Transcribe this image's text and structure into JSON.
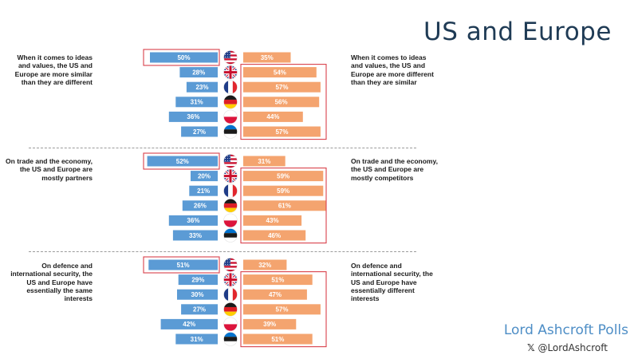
{
  "title": "US and Europe",
  "brand": "Lord Ashcroft Polls",
  "handle": "@LordAshcroft",
  "colors": {
    "left_bar": "#5b9bd5",
    "right_bar": "#f4a46f",
    "highlight": "#d9404a",
    "text_dark": "#1a1a1a",
    "title": "#1f3b55",
    "brand": "#4e8ec6"
  },
  "chart_data": {
    "type": "bar",
    "countries": [
      "United States",
      "United Kingdom",
      "France",
      "Germany",
      "Poland",
      "Estonia"
    ],
    "panels": [
      {
        "left_label": "When it comes to ideas and values, the US and Europe are more similar than they are different",
        "right_label": "When it comes to ideas and values, the US and Europe are more different than they are similar",
        "left_values": [
          50,
          28,
          23,
          31,
          36,
          27
        ],
        "right_values": [
          35,
          54,
          57,
          56,
          44,
          57
        ]
      },
      {
        "left_label": "On trade and the economy, the US and Europe are mostly partners",
        "right_label": "On trade and the economy, the US and Europe are mostly competitors",
        "left_values": [
          52,
          20,
          21,
          26,
          36,
          33
        ],
        "right_values": [
          31,
          59,
          59,
          61,
          43,
          46
        ]
      },
      {
        "left_label": "On defence and international security, the US and Europe have essentially the same interests",
        "right_label": "On defence and international security, the US and Europe have essentially different interests",
        "left_values": [
          51,
          29,
          30,
          27,
          42,
          31
        ],
        "right_values": [
          32,
          51,
          47,
          57,
          39,
          51
        ]
      }
    ]
  }
}
